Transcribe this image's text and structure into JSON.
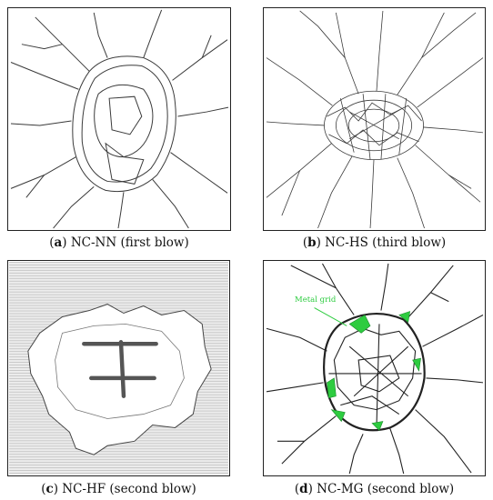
{
  "panels": [
    {
      "id": "a",
      "letter": "a",
      "caption": "NC-NN (first blow)"
    },
    {
      "id": "b",
      "letter": "b",
      "caption": "NC-HS (third blow)"
    },
    {
      "id": "c",
      "letter": "c",
      "caption": "NC-HF (second blow)"
    },
    {
      "id": "d",
      "letter": "d",
      "caption": "NC-MG (second blow)",
      "annotation": "Metal grid"
    }
  ],
  "colors": {
    "crack": "#3a3a3a",
    "metal_grid": "#2ecc40",
    "grid_bars": "#555555",
    "hatch": "#c8c8c8"
  }
}
